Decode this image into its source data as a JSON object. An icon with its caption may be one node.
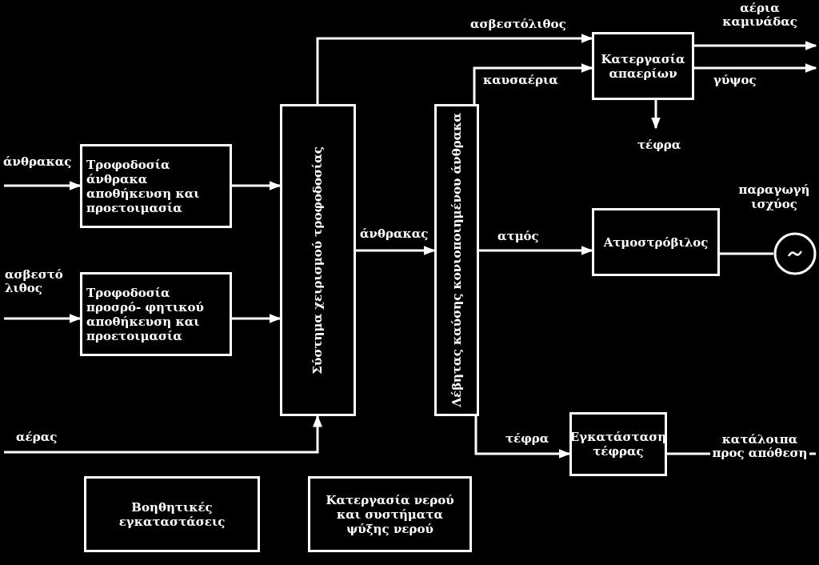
{
  "diagram": {
    "nodes": [
      {
        "text": [
          "Τροφοδοσία άνθρακα αποθήκευση και προετοιμασία"
        ]
      },
      {
        "text": [
          "Τροφοδοσία προσρό- φητικού αποθήκευση και προετοιμασία"
        ]
      },
      {
        "text": [
          "Σύστημα χειρισμού τροφοδοσίας"
        ]
      },
      {
        "text": [
          "Λέβητας καύσης κονιοποιημένου άνθρακα"
        ]
      },
      {
        "text": [
          "Κατεργασία απαερίων"
        ]
      },
      {
        "text": [
          "Ατμοστρόβιλος"
        ]
      },
      {
        "text": [],
        "shape": "circle",
        "beside": [
          "παραγωγή ισχύος"
        ]
      },
      {
        "text": [
          "Εγκατάσταση τέφρας"
        ]
      },
      {
        "text": [
          "Βοηθητικές εγκαταστάσεις"
        ]
      },
      {
        "text": [
          "Κατεργασία νερού και συστήματα ψύξης νερού"
        ]
      }
    ],
    "edges": [
      {
        "from": null,
        "to": 0,
        "arrow": "to",
        "label": "άνθρακας"
      },
      {
        "from": null,
        "to": 1,
        "arrow": "to",
        "label": "ασβεστό λιθος"
      },
      {
        "from": 0,
        "to": 2,
        "arrow": "to"
      },
      {
        "from": 1,
        "to": 2,
        "arrow": "to"
      },
      {
        "from": null,
        "to": 2,
        "arrow": "to",
        "label": "αέρας"
      },
      {
        "from": 2,
        "to": 3,
        "arrow": "to",
        "label": "άνθρακας"
      },
      {
        "from": 2,
        "to": 4,
        "arrow": "to",
        "label": "ασβεστόλιθος"
      },
      {
        "from": 3,
        "to": 4,
        "arrow": "to",
        "label": "καυσαέρια"
      },
      {
        "from": 4,
        "to": null,
        "arrow": "to",
        "label": "αέρια καμινάδας"
      },
      {
        "from": 4,
        "to": null,
        "arrow": "to",
        "label": "γύψος"
      },
      {
        "from": 4,
        "to": null,
        "arrow": "to",
        "label": "τέφρα"
      },
      {
        "from": 3,
        "to": 5,
        "arrow": "to",
        "label": "ατμός"
      },
      {
        "from": 5,
        "to": 6,
        "arrow": "none"
      },
      {
        "from": 3,
        "to": 7,
        "arrow": "to",
        "label": "τέφρα"
      },
      {
        "from": 7,
        "to": null,
        "arrow": "none",
        "label": "κατάλοιπα προς απόθεση"
      }
    ]
  }
}
